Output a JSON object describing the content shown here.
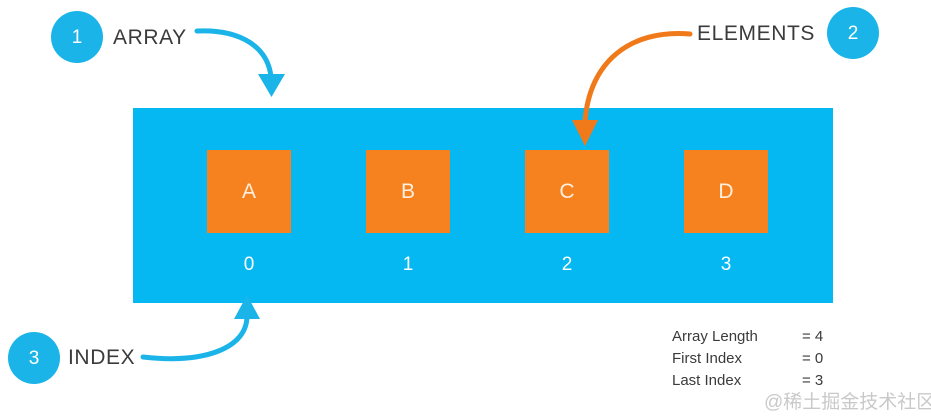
{
  "diagram": {
    "title_concept": "Array structure",
    "colors": {
      "array_background": "#06B8F2",
      "element_box": "#F5821F",
      "badge": "#1BB4E8",
      "label_text": "#3B3B3B",
      "index_text": "#FFFFFF",
      "element_letter": "#FFEFE0",
      "blue_arrow": "#1BB4E8",
      "orange_arrow": "#F07A1A",
      "watermark": "#C9C9C9"
    }
  },
  "callouts": [
    {
      "number": "1",
      "label": "ARRAY",
      "arrow": "blue-curved-arrow-down"
    },
    {
      "number": "2",
      "label": "ELEMENTS",
      "arrow": "orange-curved-arrow-down"
    },
    {
      "number": "3",
      "label": "INDEX",
      "arrow": "blue-curved-arrow-up"
    }
  ],
  "array": {
    "elements": [
      {
        "value": "A",
        "index": "0"
      },
      {
        "value": "B",
        "index": "1"
      },
      {
        "value": "C",
        "index": "2"
      },
      {
        "value": "D",
        "index": "3"
      }
    ]
  },
  "legend": {
    "rows": [
      {
        "key": "Array Length",
        "value": "= 4"
      },
      {
        "key": "First Index",
        "value": "= 0"
      },
      {
        "key": "Last Index",
        "value": "= 3"
      }
    ]
  },
  "watermark": {
    "text": "@稀土掘金技术社区"
  }
}
